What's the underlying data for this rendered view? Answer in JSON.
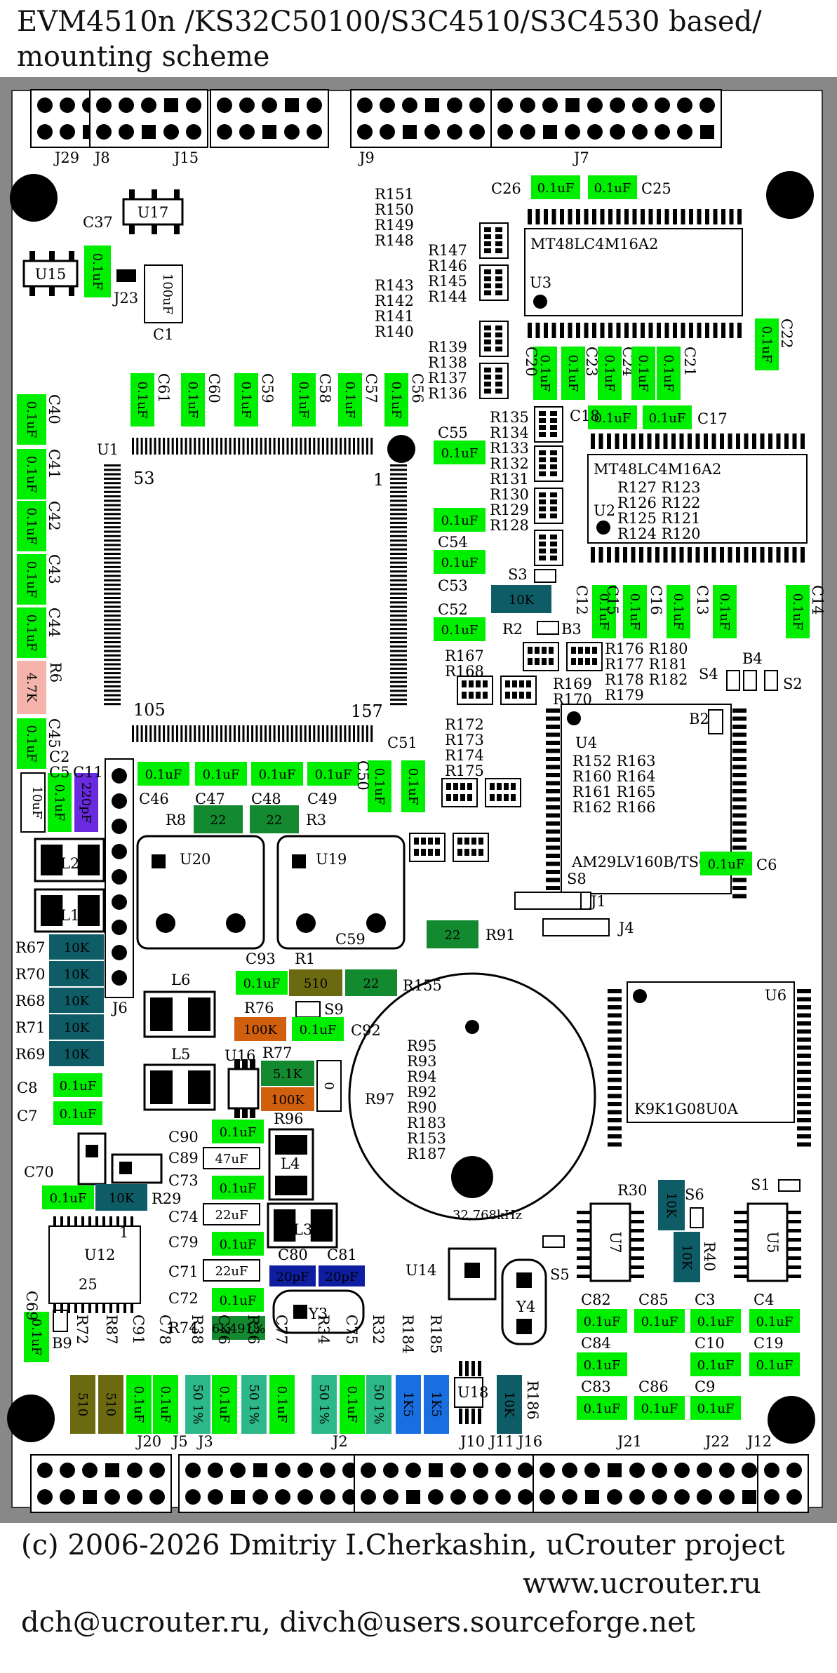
{
  "header": {
    "line1": "EVM4510n /KS32C50100/S3C4510/S3C4530 based/",
    "line2": "mounting scheme"
  },
  "footer": {
    "copyright": "(c) 2006-2026 Dmitriy I.Cherkashin, uCrouter project",
    "website": "www.ucrouter.ru",
    "emails": "dch@ucrouter.ru, divch@users.sourceforge.net"
  },
  "colors": {
    "cap_green": "#00ee00",
    "res_teal": "#0e5c66",
    "res_olive": "#6b6a10",
    "res_darkgreen": "#138a30",
    "res_orange": "#d0600e",
    "res_pink": "#f4b4ac",
    "res_blue": "#1a6fe0",
    "res_seagreen": "#2db88a",
    "cap_navy": "#0e1ea0",
    "cap_purple": "#6a2ae0"
  },
  "connectors": {
    "top": [
      "J29",
      "J8",
      "J15",
      "J9",
      "J7"
    ],
    "bottom": [
      "J20",
      "J5",
      "J3",
      "J2",
      "J10",
      "J11",
      "J16",
      "J21",
      "J22",
      "J12"
    ],
    "side": [
      "J6",
      "J23",
      "J1",
      "J4"
    ]
  },
  "chips": {
    "U1": {
      "ref": "U1",
      "pin53": "53",
      "pin1": "1",
      "pin105": "105",
      "pin157": "157"
    },
    "U2": {
      "ref": "U2",
      "part": "MT48LC4M16A2"
    },
    "U3": {
      "ref": "U3",
      "part": "MT48LC4M16A2"
    },
    "U4": {
      "ref": "U4",
      "part": "AM29LV160B/TSOP"
    },
    "U6": {
      "ref": "U6",
      "part": "K9K1G08U0A"
    },
    "U12": {
      "ref": "U12",
      "pin1": "1",
      "pin25": "25"
    },
    "small": [
      "U15",
      "U17",
      "U16",
      "U20",
      "U19",
      "U14",
      "U7",
      "U18",
      "U5",
      "Y3",
      "Y4"
    ],
    "crystal": "32,768kHz"
  },
  "buttons": [
    "B2",
    "B3",
    "B4",
    "B9",
    "S2",
    "S3",
    "S4",
    "S5",
    "S6",
    "S1",
    "S8",
    "S9"
  ],
  "resistor_array_labels": {
    "r148": [
      "R151",
      "R150",
      "R149",
      "R148"
    ],
    "r144": [
      "R147",
      "R146",
      "R145",
      "R144"
    ],
    "r140": [
      "R143",
      "R142",
      "R141",
      "R140"
    ],
    "r136": [
      "R139",
      "R138",
      "R137",
      "R136"
    ],
    "r132": [
      "R135",
      "R134",
      "R133",
      "R132"
    ],
    "r128": [
      "R131",
      "R130",
      "R129",
      "R128"
    ],
    "r120": [
      "R127 R123",
      "R126 R122",
      "R125 R121",
      "R124 R120"
    ],
    "r176": [
      "R176 R180",
      "R177 R181",
      "R178 R182",
      "R179"
    ],
    "r167": [
      "R167",
      "R168"
    ],
    "r169": [
      "R169",
      "R170"
    ],
    "r172": [
      "R172",
      "R173",
      "R174",
      "R175"
    ],
    "r152": [
      "R152 R163",
      "R160 R164",
      "R161 R165",
      "R162 R166"
    ],
    "r95": [
      "R95",
      "R93",
      "R94",
      "R92",
      "R90",
      "R183",
      "R153",
      "R187"
    ]
  },
  "values": {
    "cap": "0.1uF",
    "r10k": "10K",
    "r22": "22",
    "r510": "510",
    "r4_7k": "4.7K",
    "r5_1k": "5.1K",
    "r100k": "100K",
    "r1k5": "1K5",
    "r50": "50 1%",
    "r6k49": "6K491%",
    "c10uf": "10uF",
    "c100uf": "100uF",
    "c220pf": "220pF",
    "c47uf": "47uF",
    "c22uf": "22uF",
    "c20pf": "20pF",
    "zero": "0"
  },
  "cap_labels": {
    "top_row": [
      "C61",
      "C60",
      "C59",
      "C58",
      "C57",
      "C56"
    ],
    "left_col": [
      "C40",
      "C41",
      "C42",
      "C43",
      "C44",
      "C45"
    ],
    "u2_col": [
      "C12",
      "C15",
      "C16",
      "C13",
      "C14"
    ],
    "u3_col": [
      "C20",
      "C23",
      "C24",
      "C21"
    ],
    "bottom_right": [
      "C82",
      "C85",
      "C3",
      "C4",
      "C84",
      "C10",
      "C19",
      "C83",
      "C86",
      "C9"
    ],
    "misc": [
      "C26",
      "C25",
      "C22",
      "C37",
      "C1",
      "C18",
      "C17",
      "C55",
      "C54",
      "C53",
      "C52",
      "C51",
      "C50",
      "C46",
      "C47",
      "C48",
      "C49",
      "C2",
      "C5",
      "C11",
      "C6",
      "C93",
      "C92",
      "C59",
      "C8",
      "C7",
      "C90",
      "C89",
      "C73",
      "C74",
      "C79",
      "C71",
      "C72",
      "C80",
      "C81",
      "C70",
      "C69",
      "C91",
      "C78",
      "C76",
      "C77",
      "C75"
    ]
  },
  "res_labels": {
    "teal_stack": [
      "R67",
      "R70",
      "R68",
      "R71",
      "R69"
    ],
    "misc": [
      "R6",
      "R8",
      "R3",
      "R1",
      "R155",
      "R91",
      "R76",
      "R77",
      "R96",
      "R29",
      "R74",
      "R97",
      "R30",
      "R40",
      "R2",
      "R72",
      "R87",
      "R38",
      "R36",
      "R34",
      "R32",
      "R184",
      "R185",
      "R186"
    ]
  },
  "inductors": [
    "L1",
    "L2",
    "L3",
    "L4",
    "L5",
    "L6"
  ]
}
